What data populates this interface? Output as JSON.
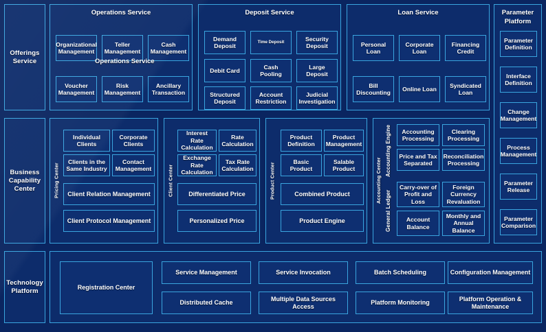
{
  "rows": {
    "offerings": {
      "label": "Offerings\nService"
    },
    "business": {
      "label": "Business\nCapability\nCenter"
    },
    "technology": {
      "label": "Technology\nPlatform"
    }
  },
  "overlap_label": "Operations Service",
  "offerings": {
    "panels": [
      {
        "title": "Operations Service",
        "cells": [
          "Organizational Management",
          "Teller Management",
          "Cash Management",
          "Voucher Management",
          "Risk Management",
          "Ancillary Transaction"
        ]
      },
      {
        "title": "Deposit Service",
        "cells": [
          "Demand Deposit",
          "Time Deposit",
          "Security Deposit",
          "Debit Card",
          "Cash Pooling",
          "Large Deposit",
          "Structured Deposit",
          "Account Restriction",
          "Judicial Investigation"
        ]
      },
      {
        "title": "Loan Service",
        "cells": [
          "Personal Loan",
          "Corporate Loan",
          "Financing Credit",
          "Bill Discounting",
          "Online Loan",
          "Syndicated Loan"
        ]
      }
    ]
  },
  "parameter_platform": {
    "title": "Parameter\nPlatform",
    "items": [
      "Parameter Definition",
      "Interface Definition",
      "Change Management",
      "Process Management",
      "Parameter Release",
      "Parameter Comparison"
    ]
  },
  "business_capability": {
    "panels": [
      {
        "vlabel": "Pricing Center",
        "cells": [
          "Individual Clients",
          "Corporate Clients",
          "Clients in the Same Industry",
          "Contact Management",
          "Client Relation Management",
          "Client Protocol Management"
        ]
      },
      {
        "vlabel": "Client Center",
        "cells": [
          "Interest Rate Calculation",
          "Rate Calculation",
          "Exchange Rate Calculation",
          "Tax Rate Calculation",
          "Differentiated Price",
          "Personalized Price"
        ]
      },
      {
        "vlabel": "Product Center",
        "cells": [
          "Product Definition",
          "Product Management",
          "Basic Product",
          "Salable Product",
          "Combined Product",
          "Product Engine"
        ]
      },
      {
        "vlabel": "Accounting Center",
        "subgroups": [
          {
            "vlabel": "Accounting Engine",
            "cells": [
              "Accounting Processing",
              "Clearing Processing",
              "Price and Tax Separated",
              "Reconciliation Processing"
            ]
          },
          {
            "vlabel": "General Ledger",
            "cells": [
              "Carry-over of Profit and Loss",
              "Foreign Currency Revaluation",
              "Account Balance",
              "Monthly and Annual Balance"
            ]
          }
        ]
      }
    ]
  },
  "technology_platform": {
    "feature": "Registration Center",
    "cells": [
      "Service Management",
      "Service Invocation",
      "Batch Scheduling",
      "Configuration Management",
      "Distributed Cache",
      "Multiple Data Sources Access",
      "Platform Monitoring",
      "Platform Operation & Maintenance"
    ]
  },
  "colors": {
    "background": "#0a2560",
    "panel": "#0d2c6b",
    "cell": "#0e2f71",
    "border": "#3aa6e0",
    "text": "#ffffff"
  }
}
